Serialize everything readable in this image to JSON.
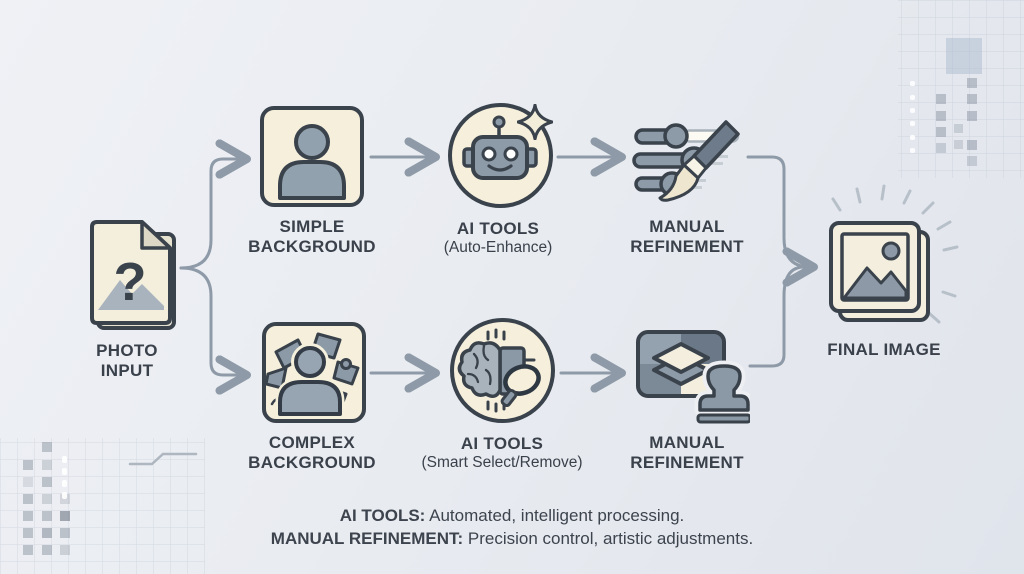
{
  "diagram": {
    "nodes": {
      "photo_input": {
        "line1": "PHOTO",
        "line2": "INPUT"
      },
      "simple_background": {
        "line1": "SIMPLE",
        "line2": "BACKGROUND"
      },
      "ai_tools_top": {
        "title": "AI TOOLS",
        "subtitle": "(Auto-Enhance)"
      },
      "manual_refinement_top": {
        "line1": "MANUAL",
        "line2": "REFINEMENT"
      },
      "complex_background": {
        "line1": "COMPLEX",
        "line2": "BACKGROUND"
      },
      "ai_tools_bottom": {
        "title": "AI TOOLS",
        "subtitle": "(Smart Select/Remove)"
      },
      "manual_refinement_bottom": {
        "line1": "MANUAL",
        "line2": "REFINEMENT"
      },
      "final_image": {
        "label": "FINAL IMAGE"
      }
    },
    "legend": {
      "item1_term": "AI TOOLS:",
      "item1_desc": " Automated, intelligent processing.",
      "item2_term": "MANUAL REFINEMENT:",
      "item2_desc": " Precision control, artistic adjustments."
    },
    "icons": [
      "photo-question-icon",
      "person-icon",
      "robot-icon",
      "sparkle-icon",
      "sliders-icon",
      "paintbrush-icon",
      "scattered-shapes-icon",
      "brain-chip-icon",
      "lasso-icon",
      "layers-icon",
      "stamp-icon",
      "final-photo-icon"
    ],
    "colors": {
      "background": "#e8ebf1",
      "node_fill": "#f5efdc",
      "outline": "#3a424c",
      "accent_gray_blue": "#8d9aa8",
      "connector": "#8e9aa7",
      "label_text": "#3a414b"
    }
  }
}
